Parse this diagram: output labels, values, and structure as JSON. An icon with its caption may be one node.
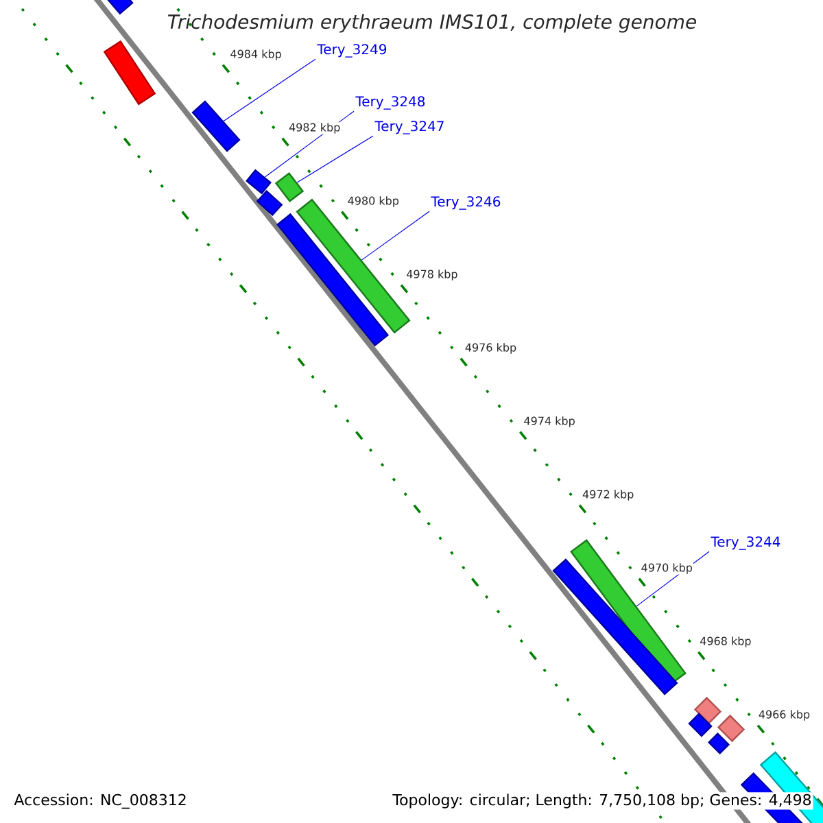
{
  "diagram": {
    "title": "*Trichodesmium erythraeum* IMS101, complete genome",
    "nodes": [
      {
        "text": [
          "Tery_3249"
        ]
      },
      {
        "text": [
          "Tery_3248"
        ]
      },
      {
        "text": [
          "Tery_3247"
        ]
      },
      {
        "text": [
          "Tery_3246"
        ]
      },
      {
        "text": [
          "Tery_3244"
        ]
      },
      {
        "text": [],
        "shape": "bar"
      },
      {
        "text": [],
        "shape": "bar"
      },
      {
        "text": [],
        "shape": "bar"
      },
      {
        "text": [],
        "shape": "bar"
      },
      {
        "text": [],
        "shape": "bar"
      },
      {
        "text": [],
        "shape": "bar"
      },
      {
        "text": [],
        "shape": "bar"
      },
      {
        "text": [],
        "shape": "bar"
      },
      {
        "text": [],
        "shape": "bar"
      },
      {
        "text": [],
        "shape": "bar"
      },
      {
        "text": [],
        "shape": "bar"
      },
      {
        "text": [],
        "shape": "bar"
      },
      {
        "text": [],
        "shape": "bar"
      },
      {
        "text": [],
        "shape": "bar"
      },
      {
        "text": [],
        "shape": "bar"
      },
      {
        "text": [],
        "shape": "bar"
      }
    ],
    "edges": [
      {
        "from": 0,
        "to": 7,
        "arrow": "none"
      },
      {
        "from": 1,
        "to": 8,
        "arrow": "none"
      },
      {
        "from": 2,
        "to": 9,
        "arrow": "none"
      },
      {
        "from": 3,
        "to": 11,
        "arrow": "none"
      },
      {
        "from": 4,
        "to": 13,
        "arrow": "none"
      }
    ],
    "labels": [
      "4984 kbp",
      "4982 kbp",
      "4980 kbp",
      "4978 kbp",
      "4976 kbp",
      "4974 kbp",
      "4972 kbp",
      "4970 kbp",
      "4968 kbp",
      "4966 kbp",
      "Accession: NC_008312",
      "Topology: circular; Length: 7,750,108 bp; Genes: 4,498"
    ]
  }
}
